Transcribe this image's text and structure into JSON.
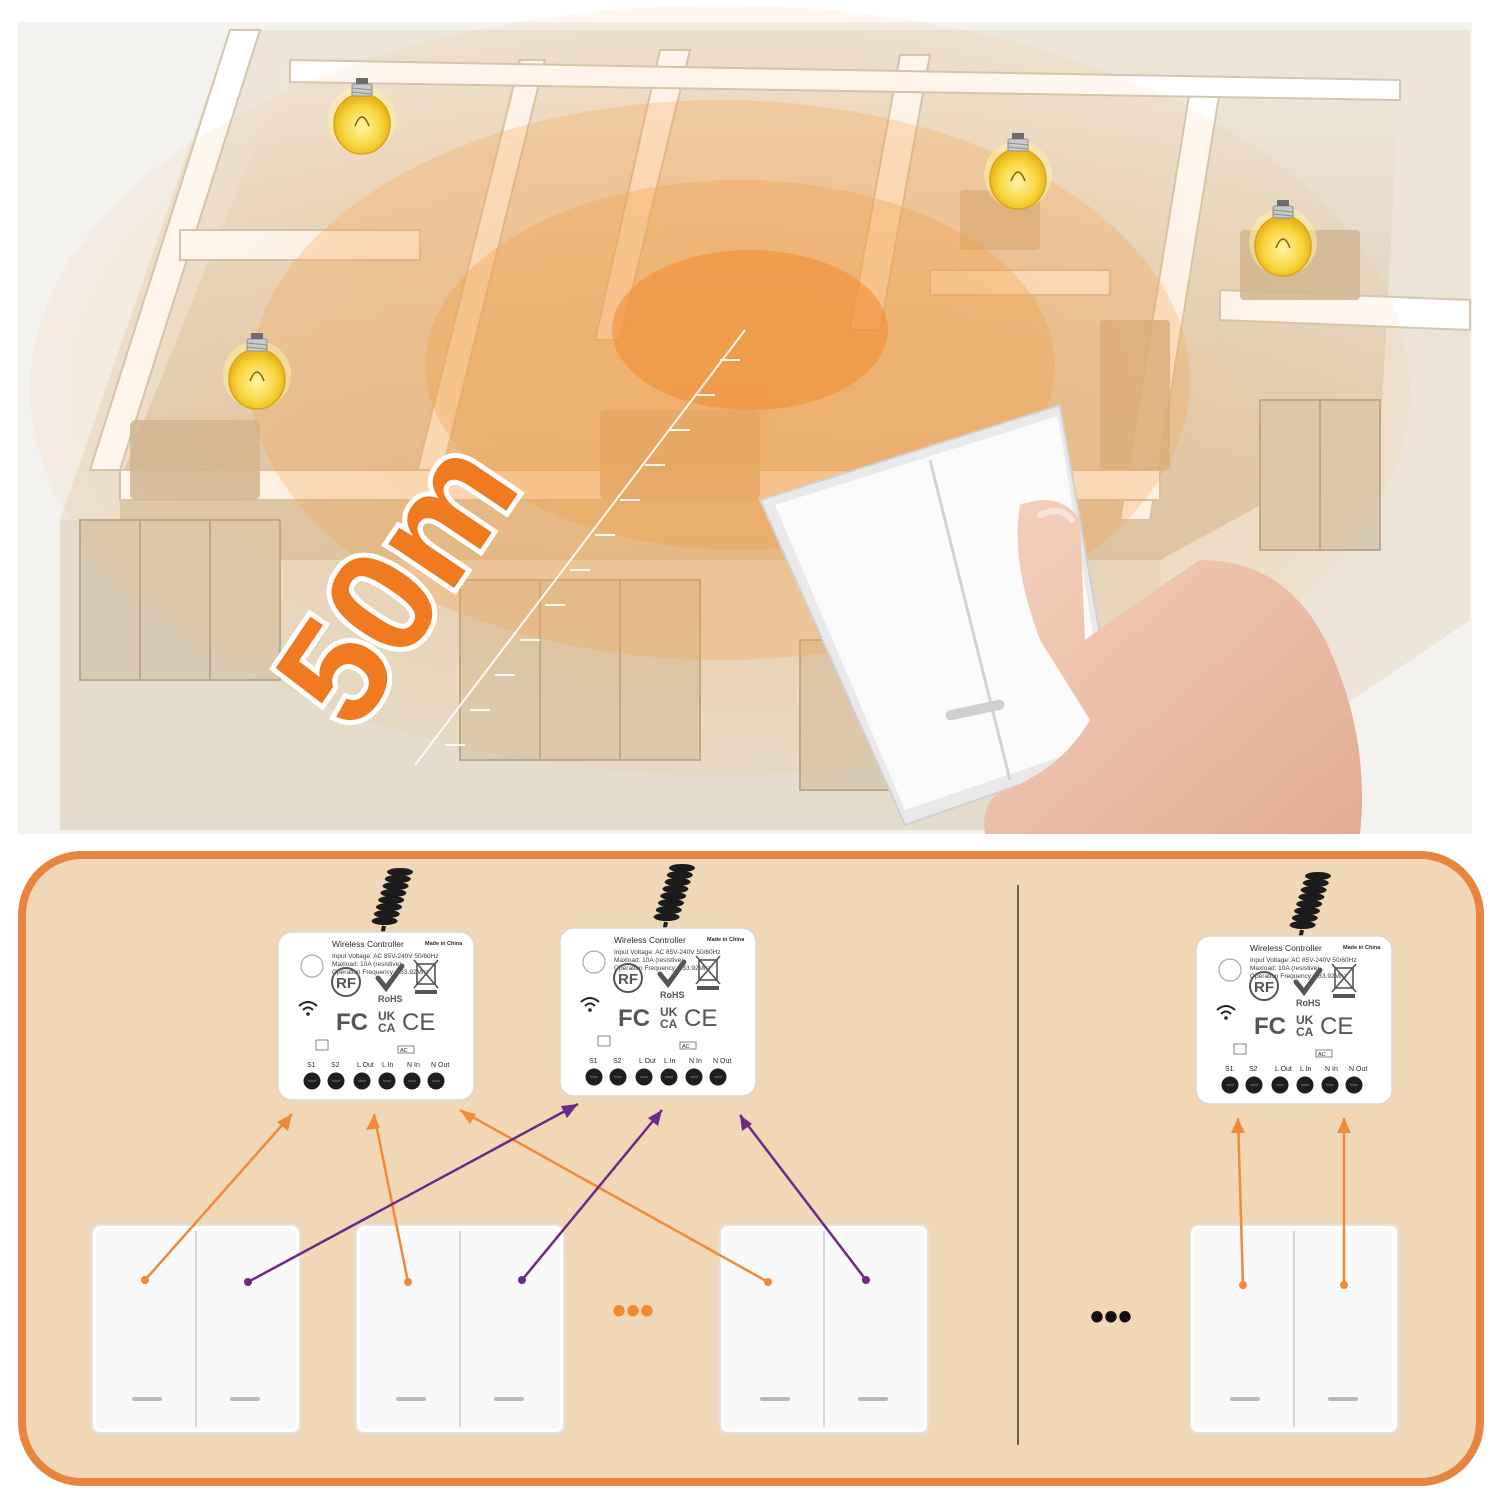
{
  "hero": {
    "range_text": "50m"
  },
  "receiver": {
    "title": "Wireless Controller",
    "made_in": "Made in China",
    "spec_lines": [
      "Input Voltage: AC 85V-240V 50/60Hz",
      "Maxload: 10A (resistive)",
      "Operation Frequency: 433.92Mhz"
    ],
    "rf_mark": "RF",
    "rohs_mark": "RoHS",
    "fc_mark": "FC",
    "ukca_top": "UK",
    "ukca_bottom": "CA",
    "ce_mark": "CE",
    "ac_mark": "AC",
    "terminals": [
      "S1",
      "S2",
      "L Out",
      "L In",
      "N In",
      "N Out"
    ]
  },
  "ellipsis": "•••",
  "colors": {
    "accent_orange": "#f28a3a",
    "panel_bg": "#f0d7b6",
    "panel_border": "#e9843e",
    "link_purple": "#6a2a86",
    "range_text": "#ef7a1f"
  },
  "icons": [
    "light-bulb-icon",
    "wifi-icon",
    "recycle-bin-icon",
    "check-icon"
  ]
}
